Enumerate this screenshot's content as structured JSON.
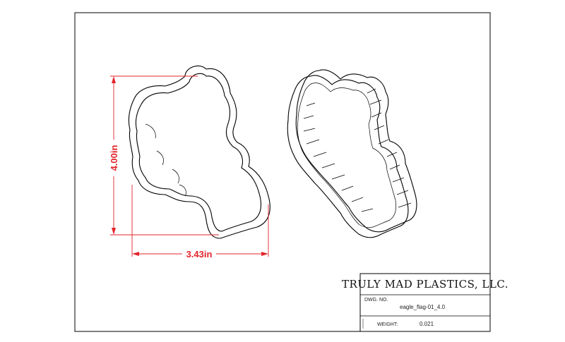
{
  "title_block": {
    "company": "TRULY MAD PLASTICS, LLC.",
    "dwg_no_label": "DWG.  NO.",
    "dwg_no_value": "eagle_flag-01_4.0",
    "weight_label": "WEIGHT:",
    "weight_value": "0.021"
  },
  "dimensions": {
    "height": "4.00in",
    "width": "3.43in"
  },
  "colors": {
    "dimension": "#e3242b",
    "line": "#000000"
  }
}
